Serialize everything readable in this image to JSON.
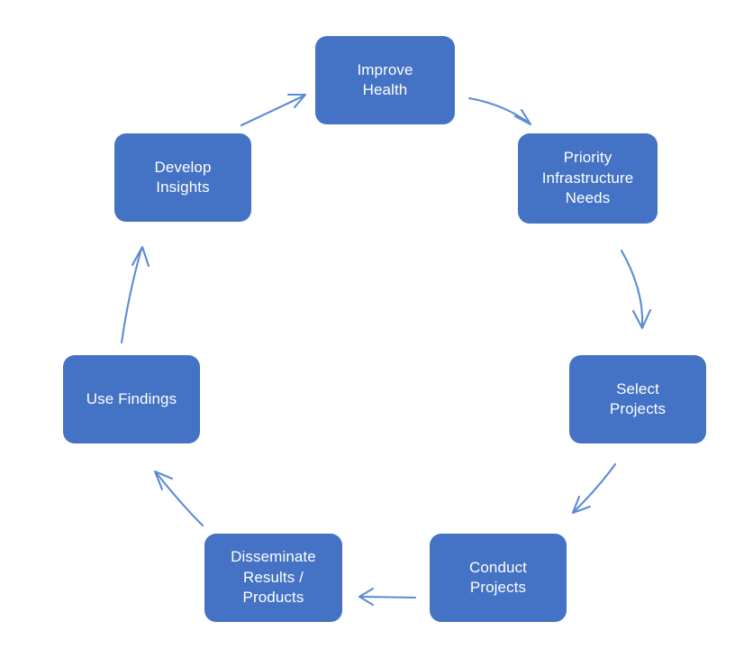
{
  "diagram": {
    "type": "circular-process-cycle",
    "orientation": "clockwise",
    "background_color": "#FFFFFF",
    "node_fill_color": "#4472C4",
    "node_text_color": "#FFFFFF",
    "arrow_color": "#5B8BD5",
    "nodes": [
      {
        "id": "improve-health",
        "label": "Improve\nHealth",
        "order": 1
      },
      {
        "id": "priority-needs",
        "label": "Priority\nInfrastructure\nNeeds",
        "order": 2
      },
      {
        "id": "select-projects",
        "label": "Select\nProjects",
        "order": 3
      },
      {
        "id": "conduct-projects",
        "label": "Conduct\nProjects",
        "order": 4
      },
      {
        "id": "disseminate-results",
        "label": "Disseminate\nResults /\nProducts",
        "order": 5
      },
      {
        "id": "use-findings",
        "label": "Use Findings",
        "order": 6
      },
      {
        "id": "develop-insights",
        "label": "Develop\nInsights",
        "order": 7
      }
    ],
    "arrows": [
      {
        "id": "arrow-improve-health-to-priority-needs",
        "from": "improve-health",
        "to": "priority-needs"
      },
      {
        "id": "arrow-priority-needs-to-select-projects",
        "from": "priority-needs",
        "to": "select-projects"
      },
      {
        "id": "arrow-select-projects-to-conduct-projects",
        "from": "select-projects",
        "to": "conduct-projects"
      },
      {
        "id": "arrow-conduct-projects-to-disseminate",
        "from": "conduct-projects",
        "to": "disseminate-results"
      },
      {
        "id": "arrow-disseminate-to-use-findings",
        "from": "disseminate-results",
        "to": "use-findings"
      },
      {
        "id": "arrow-use-findings-to-develop-insights",
        "from": "use-findings",
        "to": "develop-insights"
      },
      {
        "id": "arrow-develop-insights-to-improve-health",
        "from": "develop-insights",
        "to": "improve-health"
      }
    ]
  }
}
